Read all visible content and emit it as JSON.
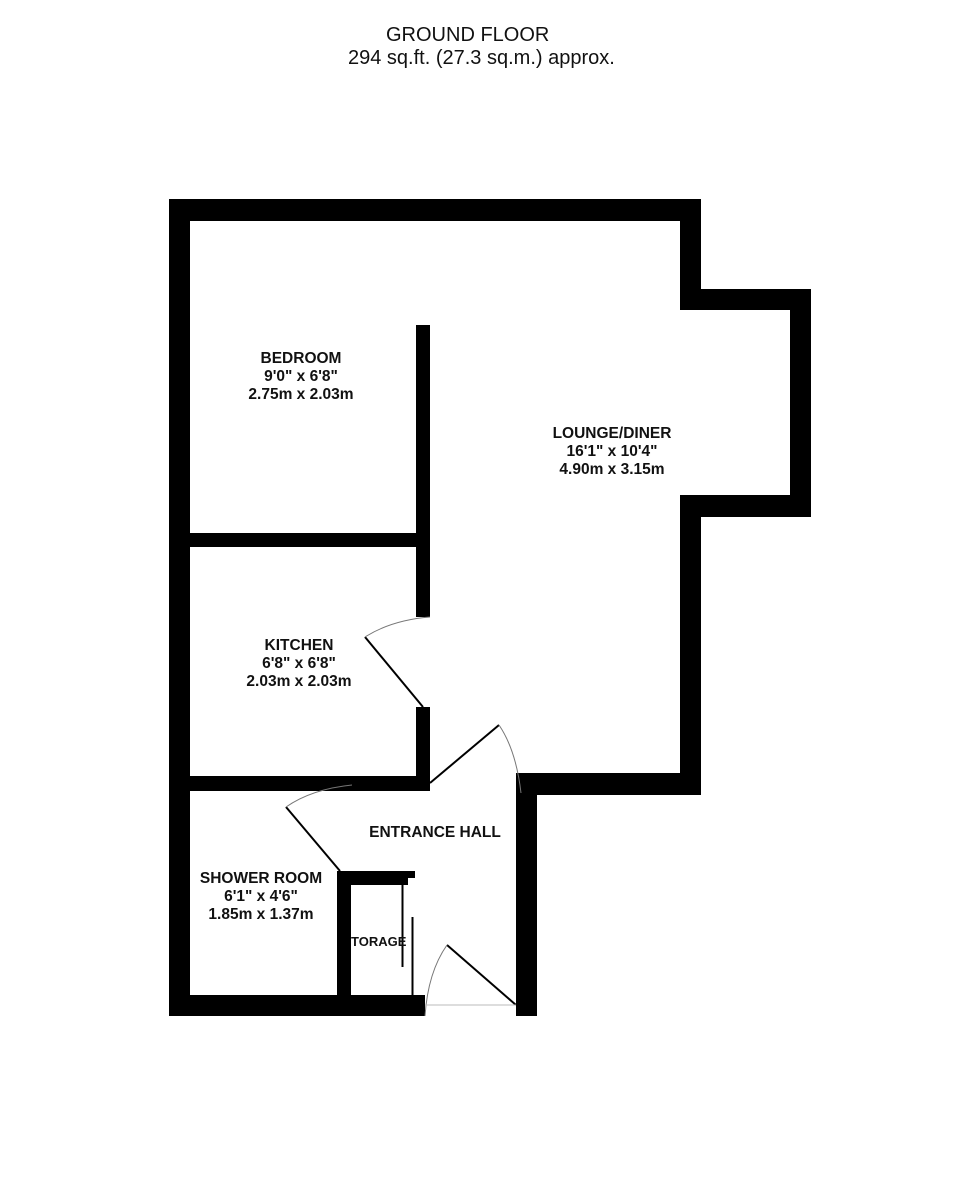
{
  "header": {
    "floor_title": "GROUND FLOOR",
    "area": "294 sq.ft. (27.3 sq.m.) approx."
  },
  "colors": {
    "wall": "#000000",
    "background": "#ffffff",
    "door_arc": "#777777"
  },
  "rooms": {
    "bedroom": {
      "name": "BEDROOM",
      "imperial": "9'0\"  x 6'8\"",
      "metric": "2.75m  x 2.03m"
    },
    "lounge": {
      "name": "LOUNGE/DINER",
      "imperial": "16'1\"  x 10'4\"",
      "metric": "4.90m  x 3.15m"
    },
    "kitchen": {
      "name": "KITCHEN",
      "imperial": "6'8\"  x 6'8\"",
      "metric": "2.03m  x 2.03m"
    },
    "shower": {
      "name": "SHOWER ROOM",
      "imperial": "6'1\"  x 4'6\"",
      "metric": "1.85m  x 1.37m"
    },
    "hall": {
      "name": "ENTRANCE HALL"
    },
    "storage": {
      "name": "TORAGE"
    }
  }
}
